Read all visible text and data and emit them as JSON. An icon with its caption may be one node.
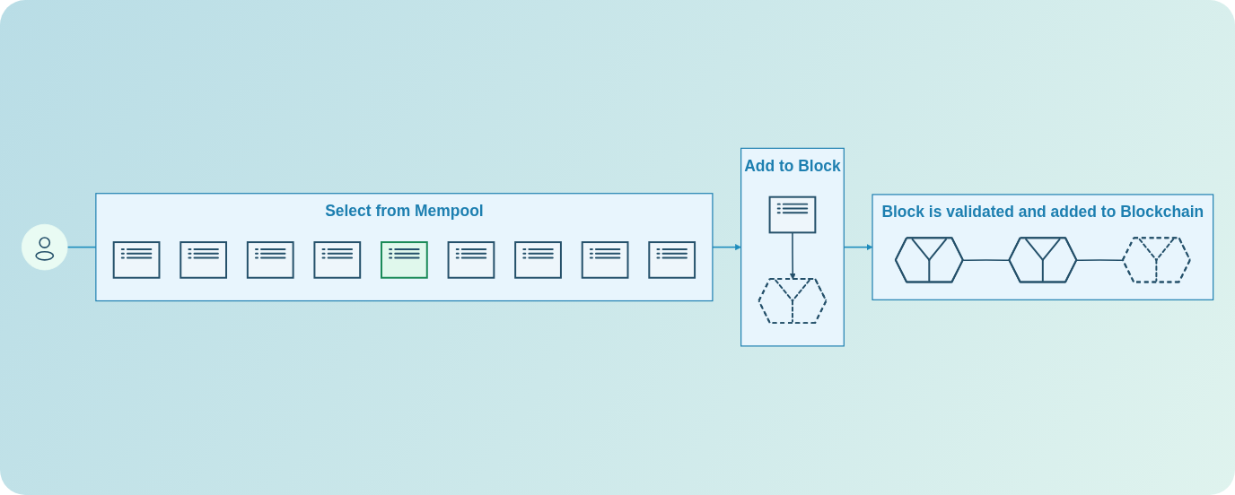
{
  "diagram": {
    "nodes": [
      {
        "text": [],
        "shape": "person"
      },
      {
        "text": [
          "Select from Mempool"
        ]
      },
      {
        "text": [],
        "shape": "picture",
        "in": 1
      },
      {
        "text": [],
        "shape": "picture",
        "in": 1
      },
      {
        "text": [],
        "shape": "picture",
        "in": 1
      },
      {
        "text": [],
        "shape": "picture",
        "in": 1
      },
      {
        "text": [],
        "shape": "picture",
        "in": 1
      },
      {
        "text": [],
        "shape": "picture",
        "in": 1
      },
      {
        "text": [],
        "shape": "picture",
        "in": 1
      },
      {
        "text": [],
        "shape": "picture",
        "in": 1
      },
      {
        "text": [],
        "shape": "picture",
        "in": 1
      },
      {
        "text": [
          "Add to Block"
        ]
      },
      {
        "text": [],
        "shape": "picture",
        "in": 11
      },
      {
        "text": [],
        "shape": "cube",
        "in": 11
      },
      {
        "text": [
          "Block is validated and added to Blockchain"
        ]
      },
      {
        "text": [],
        "shape": "cube",
        "in": 14
      },
      {
        "text": [],
        "shape": "cube",
        "in": 14
      },
      {
        "text": [],
        "shape": "cube",
        "in": 14
      }
    ],
    "edges": [
      {
        "from": 0,
        "to": 1,
        "arrow": "none"
      },
      {
        "from": 1,
        "to": 11,
        "arrow": "to"
      },
      {
        "from": 12,
        "to": 13,
        "arrow": "to"
      },
      {
        "from": 11,
        "to": 14,
        "arrow": "to"
      },
      {
        "from": 15,
        "to": 16,
        "arrow": "none"
      },
      {
        "from": 16,
        "to": 17,
        "arrow": "none"
      }
    ]
  }
}
